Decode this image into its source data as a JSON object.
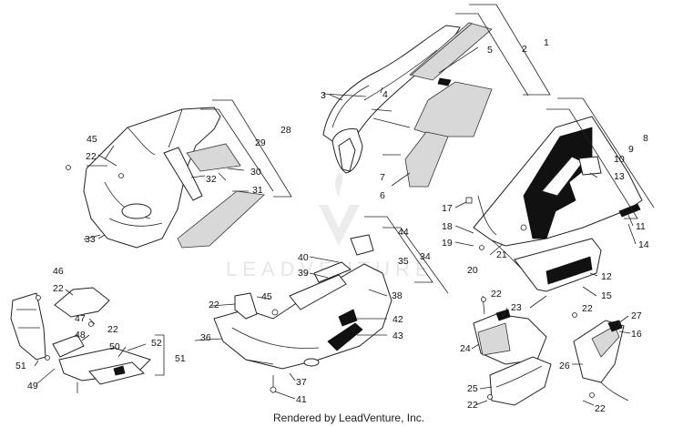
{
  "footer": {
    "text": "Rendered by LeadVenture, Inc."
  },
  "watermark": {
    "text": "LEADVENTURE",
    "color": "#e6e6e6"
  },
  "callouts": {
    "c1": "1",
    "c2": "2",
    "c3": "3",
    "c4": "4",
    "c5": "5",
    "c6": "6",
    "c7": "7",
    "c8": "8",
    "c9": "9",
    "c10": "10",
    "c11": "11",
    "c12": "12",
    "c13": "13",
    "c14": "14",
    "c15": "15",
    "c16": "16",
    "c17": "17",
    "c18": "18",
    "c19": "19",
    "c20": "20",
    "c21": "21",
    "c22": "22",
    "c23": "23",
    "c24": "24",
    "c25": "25",
    "c26": "26",
    "c27": "27",
    "c28": "28",
    "c29": "29",
    "c30": "30",
    "c31": "31",
    "c32": "32",
    "c33": "33",
    "c34": "34",
    "c35": "35",
    "c36": "36",
    "c37": "37",
    "c38": "38",
    "c39": "39",
    "c40": "40",
    "c41": "41",
    "c42": "42",
    "c43": "43",
    "c44": "44",
    "c45": "45",
    "c46": "46",
    "c47": "47",
    "c48": "48",
    "c49": "49",
    "c50": "50",
    "c51": "51",
    "c52": "52"
  }
}
